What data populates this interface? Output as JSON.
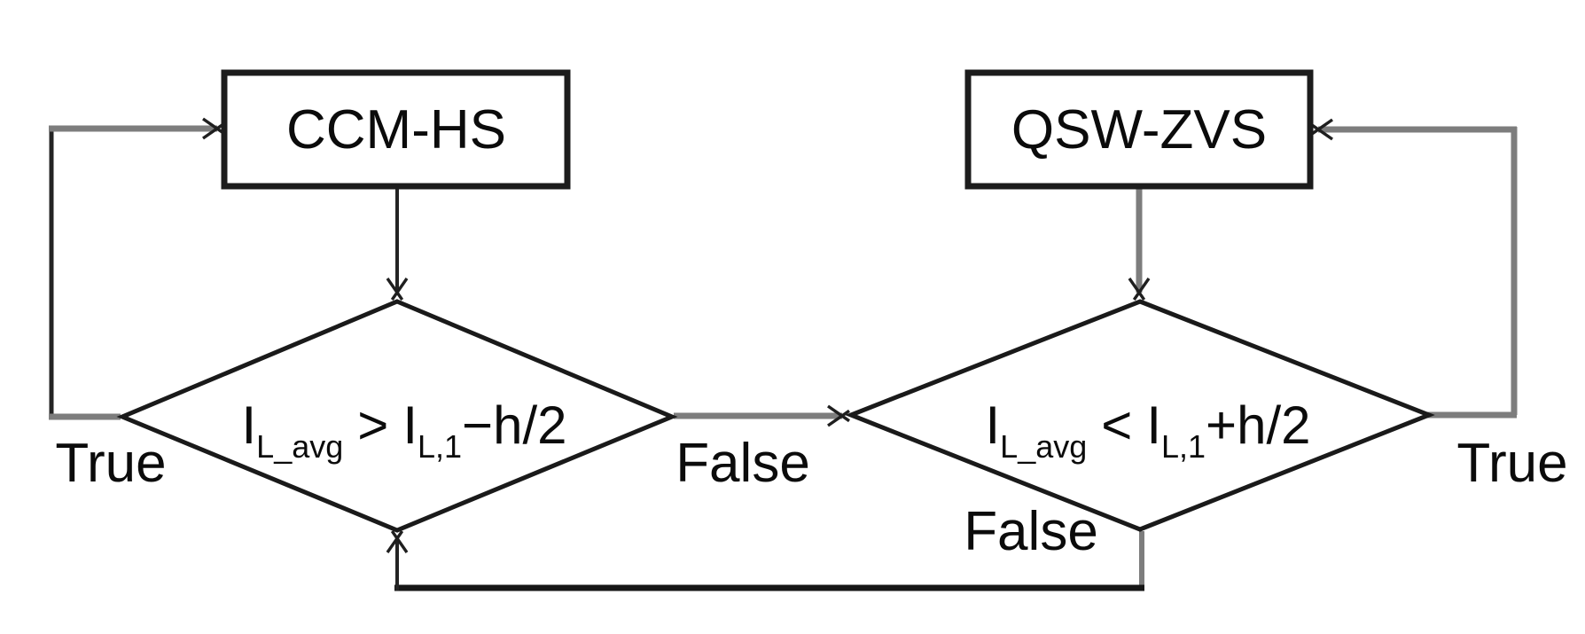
{
  "diagram": {
    "type": "flowchart",
    "background": "#ffffff",
    "colors": {
      "line_dark": "#1f1f1f",
      "line_gray": "#7d7d7d",
      "border": "#1c1c1c",
      "text": "#0b0b0b",
      "box_fill": "#ffffff"
    },
    "boxes": [
      {
        "id": "ccm_hs",
        "label": "CCM-HS"
      },
      {
        "id": "qsw_zvs",
        "label": "QSW-ZVS"
      }
    ],
    "decisions": [
      {
        "id": "decision-left",
        "text": "I_L_avg > I_L,1−h/2",
        "base1": "I",
        "sub1": "L_avg",
        "operator": ">",
        "base2": "I",
        "sub2": "L,1",
        "suffix": "−h/2"
      },
      {
        "id": "decision-right",
        "text": "I_L_avg < I_L,1+h/2",
        "base1": "I",
        "sub1": "L_avg",
        "operator": "<",
        "base2": "I",
        "sub2": "L,1",
        "suffix": "+h/2"
      }
    ],
    "edges": [
      {
        "from": "decision-left",
        "result": "True",
        "to": "CCM-HS",
        "label": "True"
      },
      {
        "from": "decision-left",
        "result": "False",
        "to": "decision-right",
        "label": "False"
      },
      {
        "from": "decision-right",
        "result": "True",
        "to": "QSW-ZVS",
        "label": "True"
      },
      {
        "from": "decision-right",
        "result": "False",
        "to": "decision-left",
        "label": "False"
      }
    ]
  }
}
